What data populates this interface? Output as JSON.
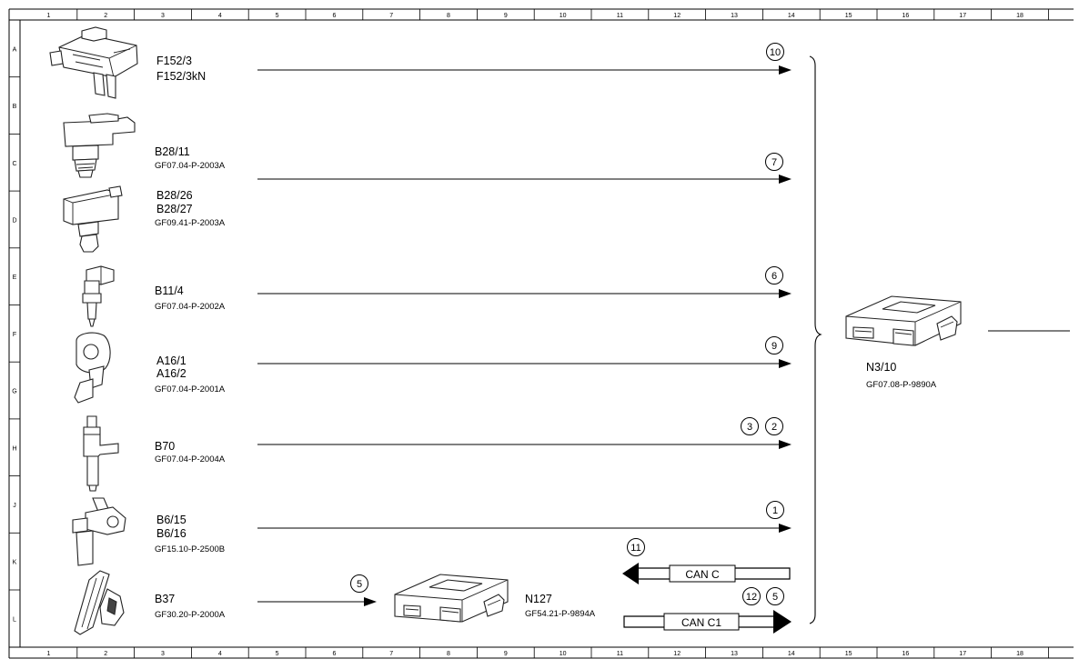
{
  "grid": {
    "columns": [
      "1",
      "2",
      "3",
      "4",
      "5",
      "6",
      "7",
      "8",
      "9",
      "10",
      "11",
      "12",
      "13",
      "14",
      "15",
      "16",
      "17",
      "18"
    ],
    "rows": [
      "A",
      "B",
      "C",
      "D",
      "E",
      "F",
      "G",
      "H",
      "J",
      "K",
      "L"
    ]
  },
  "components": [
    {
      "id": "f152",
      "lines": [
        "F152/3",
        "F152/3kN"
      ],
      "doc": "",
      "icon": "pressure-sensor-module-icon"
    },
    {
      "id": "b28-11",
      "lines": [
        "B28/11"
      ],
      "doc": "GF07.04-P-2003A",
      "icon": "pressure-sensor-icon"
    },
    {
      "id": "b28-26",
      "lines": [
        "B28/26",
        "B28/27"
      ],
      "doc": "GF09.41-P-2003A",
      "icon": "boost-pressure-sensor-icon"
    },
    {
      "id": "b11-4",
      "lines": [
        "B11/4"
      ],
      "doc": "GF07.04-P-2002A",
      "icon": "temperature-sensor-icon"
    },
    {
      "id": "a16",
      "lines": [
        "A16/1",
        "A16/2"
      ],
      "doc": "GF07.04-P-2001A",
      "icon": "knock-sensor-icon"
    },
    {
      "id": "b70",
      "lines": [
        "B70"
      ],
      "doc": "GF07.04-P-2004A",
      "icon": "crankshaft-sensor-icon"
    },
    {
      "id": "b6",
      "lines": [
        "B6/15",
        "B6/16"
      ],
      "doc": "GF15.10-P-2500B",
      "icon": "camshaft-sensor-icon"
    },
    {
      "id": "b37",
      "lines": [
        "B37"
      ],
      "doc": "GF30.20-P-2000A",
      "icon": "accelerator-pedal-sensor-icon"
    }
  ],
  "signal_numbers": {
    "f152": [
      "10"
    ],
    "b28": [
      "7"
    ],
    "b11": [
      "6"
    ],
    "a16": [
      "9"
    ],
    "b70": [
      "3",
      "2"
    ],
    "b6": [
      "1"
    ],
    "b37": [
      "5"
    ],
    "can_c": [
      "11"
    ],
    "can_c1": [
      "12",
      "5"
    ]
  },
  "n127": {
    "label": "N127",
    "doc": "GF54.21-P-9894A",
    "icon": "control-unit-icon"
  },
  "n3_10": {
    "label": "N3/10",
    "doc": "GF07.08-P-9890A",
    "icon": "engine-control-unit-icon"
  },
  "bus": {
    "can_c": "CAN C",
    "can_c1": "CAN C1"
  }
}
